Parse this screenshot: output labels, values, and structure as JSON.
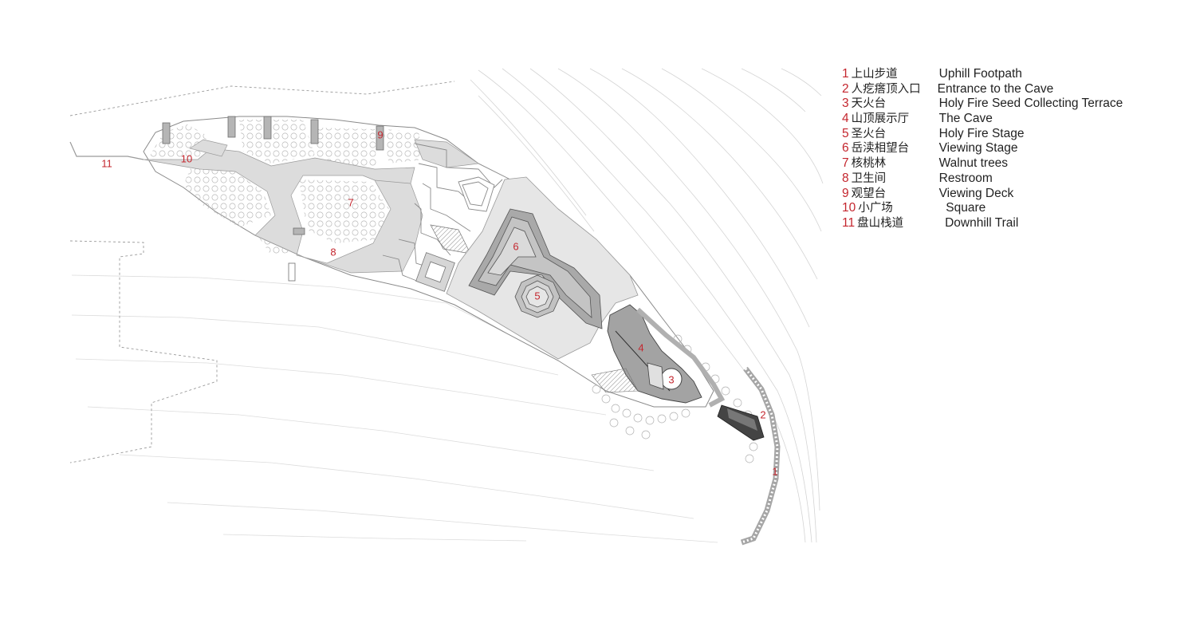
{
  "legend": {
    "items": [
      {
        "num": "1",
        "cn": "上山步道",
        "en": "Uphill Footpath"
      },
      {
        "num": "2",
        "cn": "人疙瘩顶入口",
        "en": "Entrance to the Cave"
      },
      {
        "num": "3",
        "cn": "天火台",
        "en": "Holy Fire Seed Collecting Terrace"
      },
      {
        "num": "4",
        "cn": "山顶展示厅",
        "en": "The Cave"
      },
      {
        "num": "5",
        "cn": "圣火台",
        "en": "Holy Fire Stage"
      },
      {
        "num": "6",
        "cn": "岳渎相望台",
        "en": "Viewing Stage"
      },
      {
        "num": "7",
        "cn": "核桃林",
        "en": "Walnut trees"
      },
      {
        "num": "8",
        "cn": "卫生间",
        "en": "Restroom"
      },
      {
        "num": "9",
        "cn": "观望台",
        "en": "Viewing Deck"
      },
      {
        "num": "10",
        "cn": "小广场",
        "en": "Square"
      },
      {
        "num": "11",
        "cn": "盘山栈道",
        "en": "Downhill Trail"
      }
    ]
  },
  "map_markers": [
    "1",
    "2",
    "3",
    "4",
    "5",
    "6",
    "7",
    "8",
    "9",
    "10",
    "11"
  ],
  "colors": {
    "marker_red": "#c4262e",
    "plaza_grey": "#d9d9d9",
    "stage_grey": "#a9a9a9",
    "line_grey": "#9a9a9a"
  }
}
